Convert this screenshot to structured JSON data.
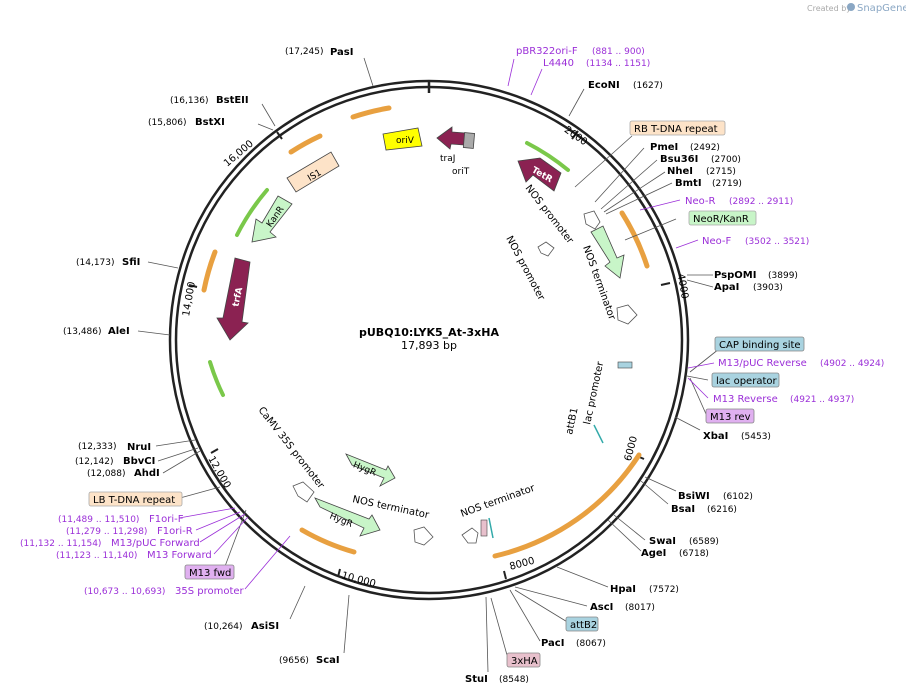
{
  "credit": {
    "prefix": "Created by",
    "brand": "SnapGene"
  },
  "plasmid": {
    "name": "pUBQ10:LYK5_At-3xHA",
    "size": "17,893 bp"
  },
  "ticks": [
    "2000",
    "4000",
    "6000",
    "8000",
    "10,000",
    "12,000",
    "14,000",
    "16,000"
  ],
  "enzymes": [
    {
      "name": "PasI",
      "pos": "(17,245)"
    },
    {
      "name": "BstEII",
      "pos": "(16,136)"
    },
    {
      "name": "BstXI",
      "pos": "(15,806)"
    },
    {
      "name": "SfiI",
      "pos": "(14,173)"
    },
    {
      "name": "AleI",
      "pos": "(13,486)"
    },
    {
      "name": "NruI",
      "pos": "(12,333)"
    },
    {
      "name": "BbvCI",
      "pos": "(12,142)"
    },
    {
      "name": "AhdI",
      "pos": "(12,088)"
    },
    {
      "name": "AsiSI",
      "pos": "(10,264)"
    },
    {
      "name": "ScaI",
      "pos": "(9656)"
    },
    {
      "name": "StuI",
      "pos": "(8548)"
    },
    {
      "name": "EcoNI",
      "pos": "(1627)"
    },
    {
      "name": "PmeI",
      "pos": "(2492)"
    },
    {
      "name": "Bsu36I",
      "pos": "(2700)"
    },
    {
      "name": "NheI",
      "pos": "(2715)"
    },
    {
      "name": "BmtI",
      "pos": "(2719)"
    },
    {
      "name": "PspOMI",
      "pos": "(3899)"
    },
    {
      "name": "ApaI",
      "pos": "(3903)"
    },
    {
      "name": "XbaI",
      "pos": "(5453)"
    },
    {
      "name": "BsiWI",
      "pos": "(6102)"
    },
    {
      "name": "BsaI",
      "pos": "(6216)"
    },
    {
      "name": "SwaI",
      "pos": "(6589)"
    },
    {
      "name": "AgeI",
      "pos": "(6718)"
    },
    {
      "name": "HpaI",
      "pos": "(7572)"
    },
    {
      "name": "AscI",
      "pos": "(8017)"
    },
    {
      "name": "PacI",
      "pos": "(8067)"
    }
  ],
  "primers": [
    {
      "name": "pBR322ori-F",
      "pos": "(881 .. 900)"
    },
    {
      "name": "L4440",
      "pos": "(1134 .. 1151)"
    },
    {
      "name": "Neo-R",
      "pos": "(2892 .. 2911)"
    },
    {
      "name": "Neo-F",
      "pos": "(3502 .. 3521)"
    },
    {
      "name": "M13/pUC Reverse",
      "pos": "(4902 .. 4924)"
    },
    {
      "name": "M13 Reverse",
      "pos": "(4921 .. 4937)"
    },
    {
      "name": "F1ori-F",
      "pos": "(11,489 .. 11,510)"
    },
    {
      "name": "F1ori-R",
      "pos": "(11,279 .. 11,298)"
    },
    {
      "name": "M13/pUC Forward",
      "pos": "(11,132 .. 11,154)"
    },
    {
      "name": "M13 Forward",
      "pos": "(11,123 .. 11,140)"
    },
    {
      "name": "35S promoter",
      "pos": "(10,673 .. 10,693)"
    }
  ],
  "boxed_features": [
    {
      "name": "RB T-DNA repeat",
      "color": "#fde3c8"
    },
    {
      "name": "NeoR/KanR",
      "color": "#c8f5c8"
    },
    {
      "name": "CAP binding site",
      "color": "#a9d3e0"
    },
    {
      "name": "lac operator",
      "color": "#a9d3e0"
    },
    {
      "name": "M13 rev",
      "color": "#e0b0f0"
    },
    {
      "name": "LB T-DNA repeat",
      "color": "#fde3c8"
    },
    {
      "name": "M13 fwd",
      "color": "#e0b0f0"
    },
    {
      "name": "attB2",
      "color": "#a9d3e0"
    },
    {
      "name": "3xHA",
      "color": "#e8c0cc"
    }
  ],
  "inner_labels": [
    "oriV",
    "traJ",
    "oriT",
    "TetR",
    "NOS promoter",
    "NOS promoter",
    "NOS terminator",
    "IS1",
    "KanR",
    "trfA",
    "lac promoter",
    "attB1",
    "CaMV 35S promoter",
    "HygR",
    "HygR",
    "NOS terminator",
    "NOS terminator"
  ],
  "colors": {
    "backbone": "#222222",
    "primer": "#9b2fd8",
    "orf_maroon": "#8b2252",
    "ori_yellow": "#ffff00",
    "misc_green": "#c8f5c8",
    "orange": "#e8a040",
    "leader_gray": "#555555"
  }
}
